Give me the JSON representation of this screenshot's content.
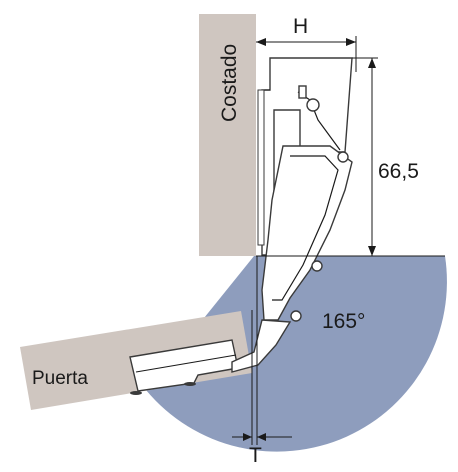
{
  "labels": {
    "side_panel": "Costado",
    "door": "Puerta",
    "dim_horizontal": "H",
    "dim_vertical": "66,5",
    "angle": "165°",
    "dim_gap": "T"
  },
  "colors": {
    "panel": "#cfc6c0",
    "arc": "#8e9dbd",
    "metal_stroke": "#3a3a3a",
    "text": "#1a1a1a"
  }
}
